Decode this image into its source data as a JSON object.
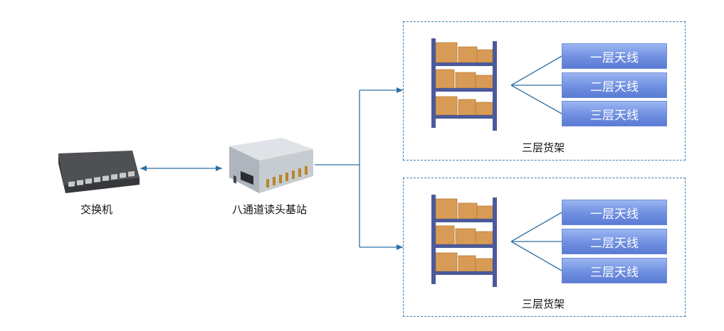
{
  "switch": {
    "label": "交换机"
  },
  "reader": {
    "label": "八通道读头基站"
  },
  "racks": [
    {
      "label": "三层货架",
      "antennas": [
        "一层天线",
        "二层天线",
        "三层天线"
      ]
    },
    {
      "label": "三层货架",
      "antennas": [
        "一层天线",
        "二层天线",
        "三层天线"
      ]
    }
  ],
  "colors": {
    "connector": "#2e6fa3",
    "box_border": "#3d7fae",
    "antenna_fill": "#7b97e2"
  }
}
